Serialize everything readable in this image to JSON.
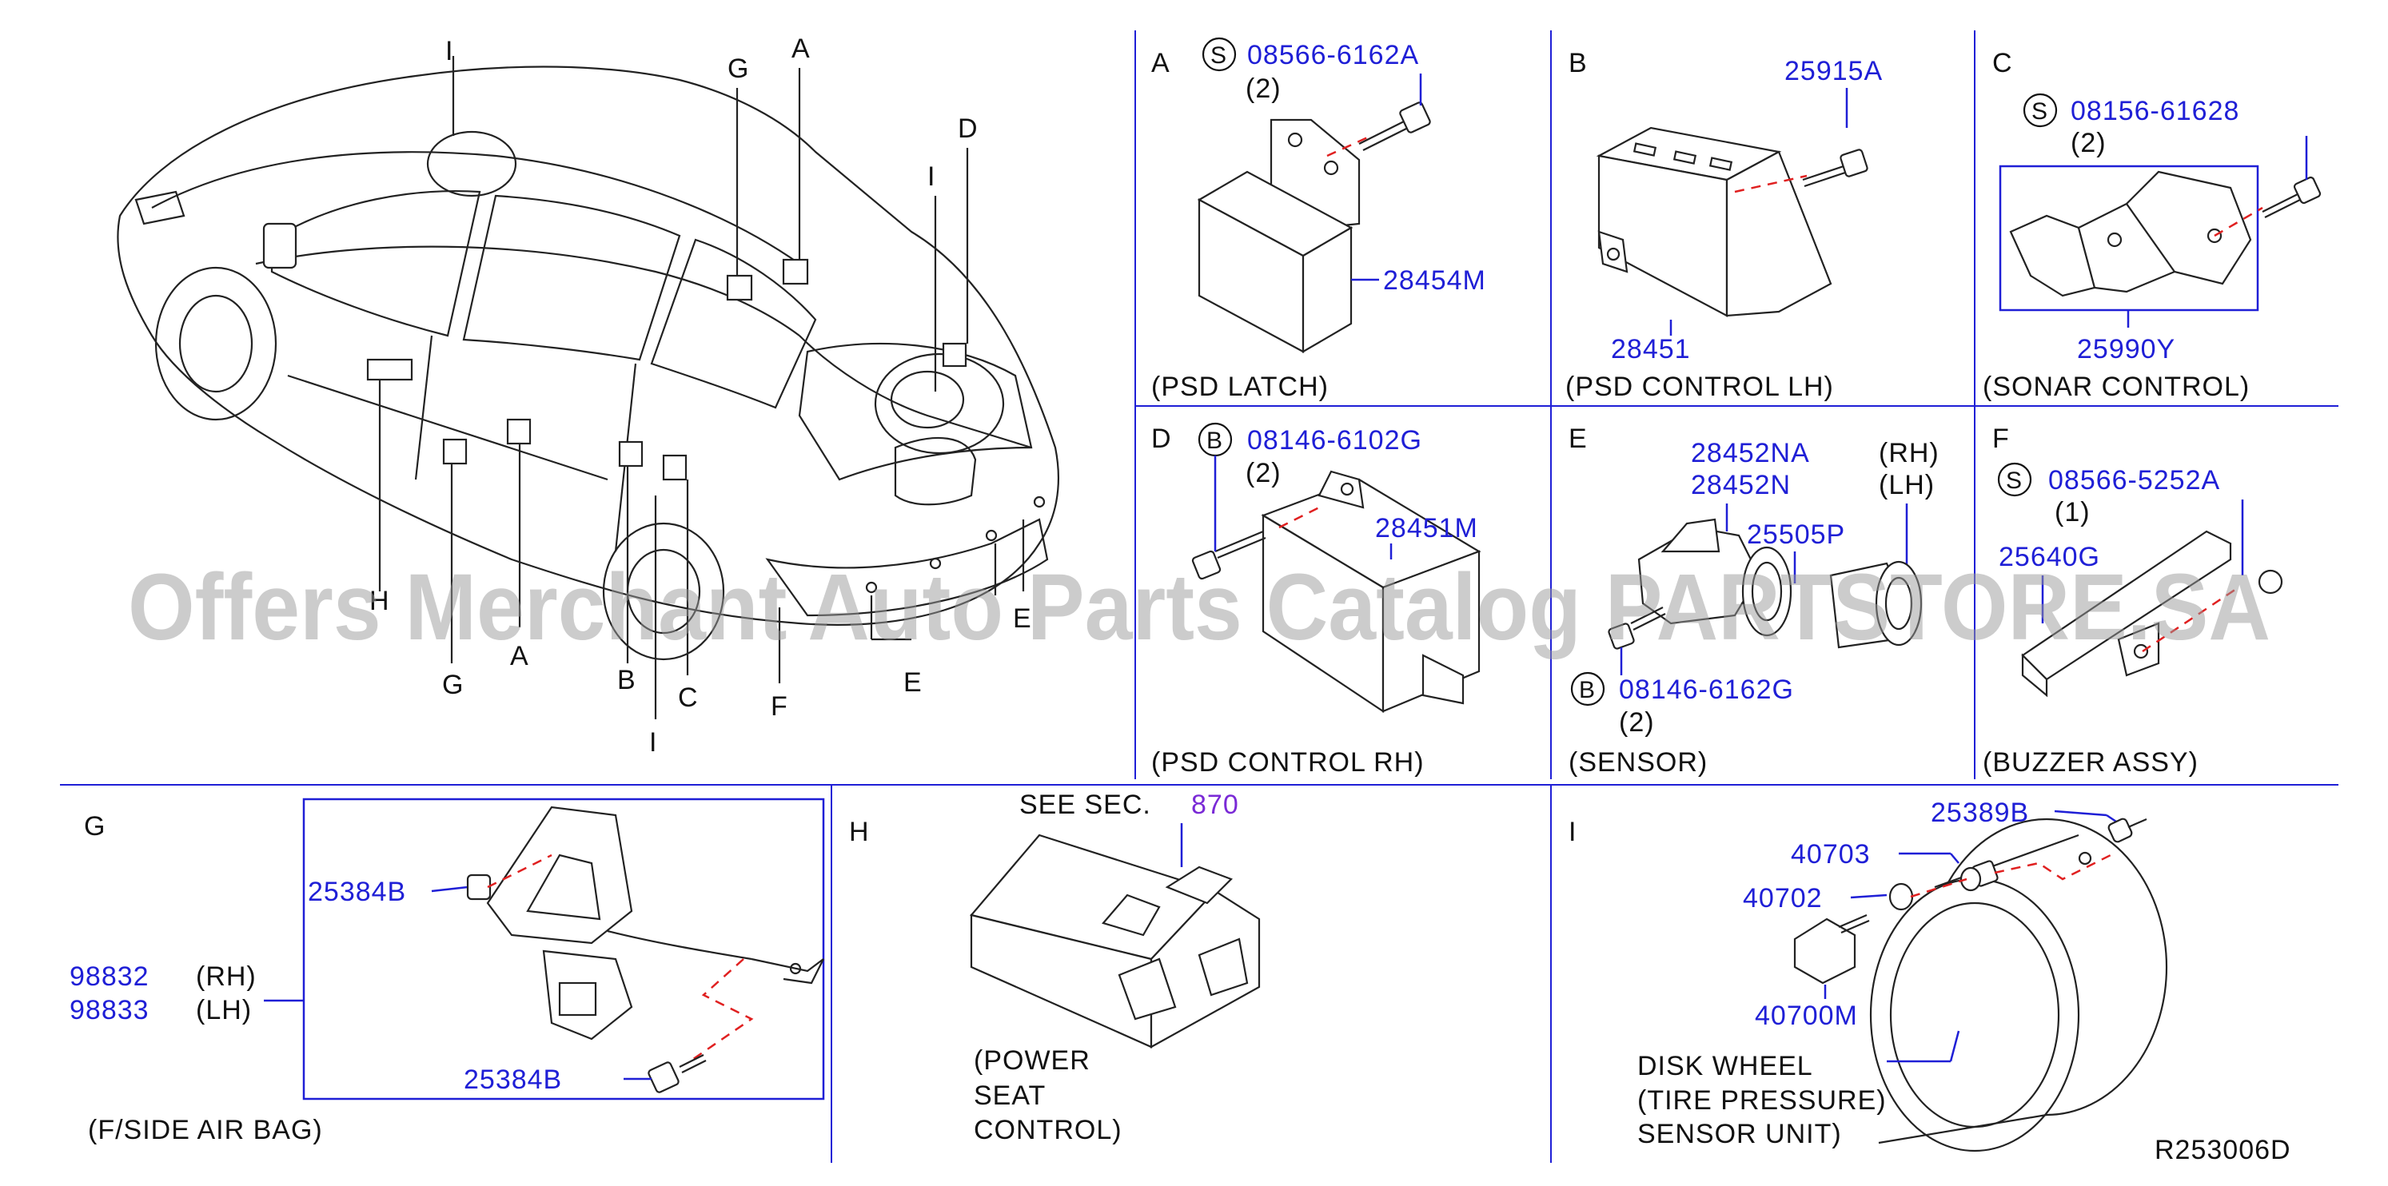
{
  "car_callouts": [
    "I",
    "G",
    "A",
    "D",
    "I",
    "H",
    "G",
    "A",
    "B",
    "I",
    "C",
    "F",
    "E",
    "E"
  ],
  "panels": {
    "A": {
      "id": "A",
      "screw_prefix": "S",
      "screw_pn": "08566-6162A",
      "screw_qty": "(2)",
      "part_pn": "28454M",
      "caption": "(PSD  LATCH)"
    },
    "B": {
      "id": "B",
      "part_pn_top": "25915A",
      "part_pn": "28451",
      "caption": "(PSD  CONTROL  LH)"
    },
    "C": {
      "id": "C",
      "screw_prefix": "S",
      "screw_pn": "08156-61628",
      "screw_qty": "(2)",
      "part_pn": "25990Y",
      "caption": "(SONAR  CONTROL)"
    },
    "D": {
      "id": "D",
      "screw_prefix": "B",
      "screw_pn": "08146-6102G",
      "screw_qty": "(2)",
      "part_pn": "28451M",
      "caption": "(PSD  CONTROL  RH)"
    },
    "E": {
      "id": "E",
      "pn1": "28452NA",
      "pn2": "28452N",
      "rh": "(RH)",
      "lh": "(LH)",
      "pn3": "25505P",
      "screw_prefix": "B",
      "screw_pn": "08146-6162G",
      "screw_qty": "(2)",
      "caption": "(SENSOR)"
    },
    "F": {
      "id": "F",
      "screw_prefix": "S",
      "screw_pn": "08566-5252A",
      "screw_qty": "(1)",
      "part_pn": "25640G",
      "caption": "(BUZZER  ASSY)"
    },
    "G": {
      "id": "G",
      "pn_nut": "25384B",
      "pn_bolt": "25384B",
      "pn_rh": "98832",
      "rh": "(RH)",
      "pn_lh": "98833",
      "lh": "(LH)",
      "caption": "(F/SIDE  AIR  BAG)"
    },
    "H": {
      "id": "H",
      "see_sec": "SEE  SEC.",
      "sec_no": "870",
      "caption1": "(POWER",
      "caption2": "SEAT",
      "caption3": "CONTROL)"
    },
    "I": {
      "id": "I",
      "pn_valve": "25389B",
      "pn_nut": "40703",
      "pn_washer": "40702",
      "pn_sensor": "40700M",
      "caption1": "DISK  WHEEL",
      "caption2": "(TIRE  PRESSURE)",
      "caption3": "SENSOR  UNIT)"
    }
  },
  "drawing_code": "R253006D",
  "watermark": "Offers Merchant Auto Parts Catalog PARTSTORE.SA"
}
